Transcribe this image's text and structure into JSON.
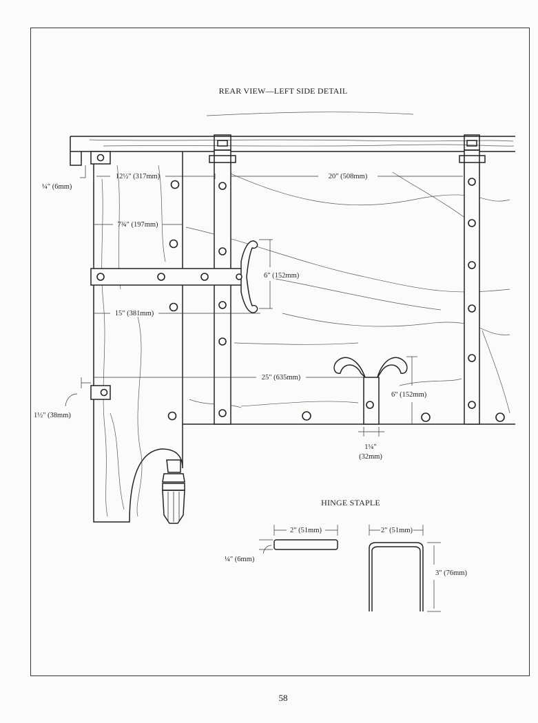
{
  "title": "REAR VIEW—LEFT SIDE DETAIL",
  "subtitle": "HINGE STAPLE",
  "page_number": "58",
  "dimensions": {
    "quarter_6mm": "¼\" (6mm)",
    "d_12_5": "12½\" (317mm)",
    "d_20": "20\" (508mm)",
    "d_7_75": "7¾\" (197mm)",
    "d_6_hinge": "6\" (152mm)",
    "d_15": "15\" (381mm)",
    "d_25": "25\" (635mm)",
    "d_6_staple": "6\" (152mm)",
    "d_1_5": "1½\" (38mm)",
    "d_1_25_in": "1¼\"",
    "d_1_25_mm": "(32mm)",
    "staple_2_left": "2\" (51mm)",
    "staple_2_right": "2\" (51mm)",
    "staple_quarter": "¼\" (6mm)",
    "staple_3": "3\" (76mm)"
  }
}
